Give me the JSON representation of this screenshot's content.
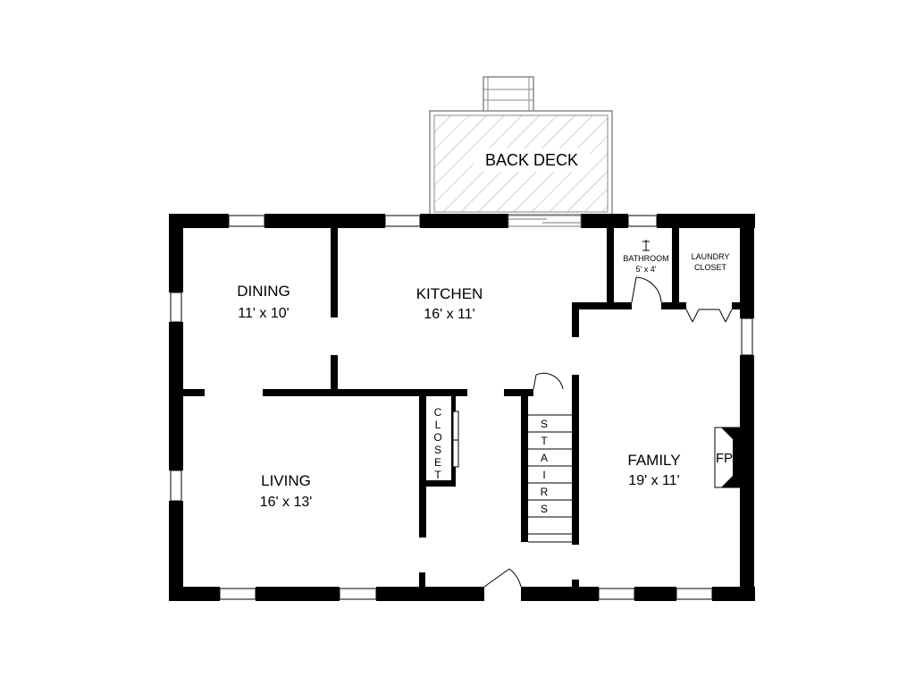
{
  "rooms": {
    "back_deck": {
      "name": "BACK DECK"
    },
    "dining": {
      "name": "DINING",
      "size": "11' x 10'"
    },
    "kitchen": {
      "name": "KITCHEN",
      "size": "16' x 11'"
    },
    "living": {
      "name": "LIVING",
      "size": "16' x 13'"
    },
    "family": {
      "name": "FAMILY",
      "size": "19' x 11'"
    },
    "bathroom": {
      "name": "BATHROOM",
      "size": "5' x 4'"
    },
    "laundry": {
      "line1": "LAUNDRY",
      "line2": "CLOSET"
    }
  },
  "closet_letters": [
    "C",
    "L",
    "O",
    "S",
    "E",
    "T"
  ],
  "stairs_letters": [
    "S",
    "T",
    "A",
    "I",
    "R",
    "S"
  ],
  "fireplace": "FP",
  "colors": {
    "wall": "#000000",
    "deck_hatch": "#9a9a9a",
    "deck_outline": "#8a8a8a",
    "window": "#ffffff"
  }
}
